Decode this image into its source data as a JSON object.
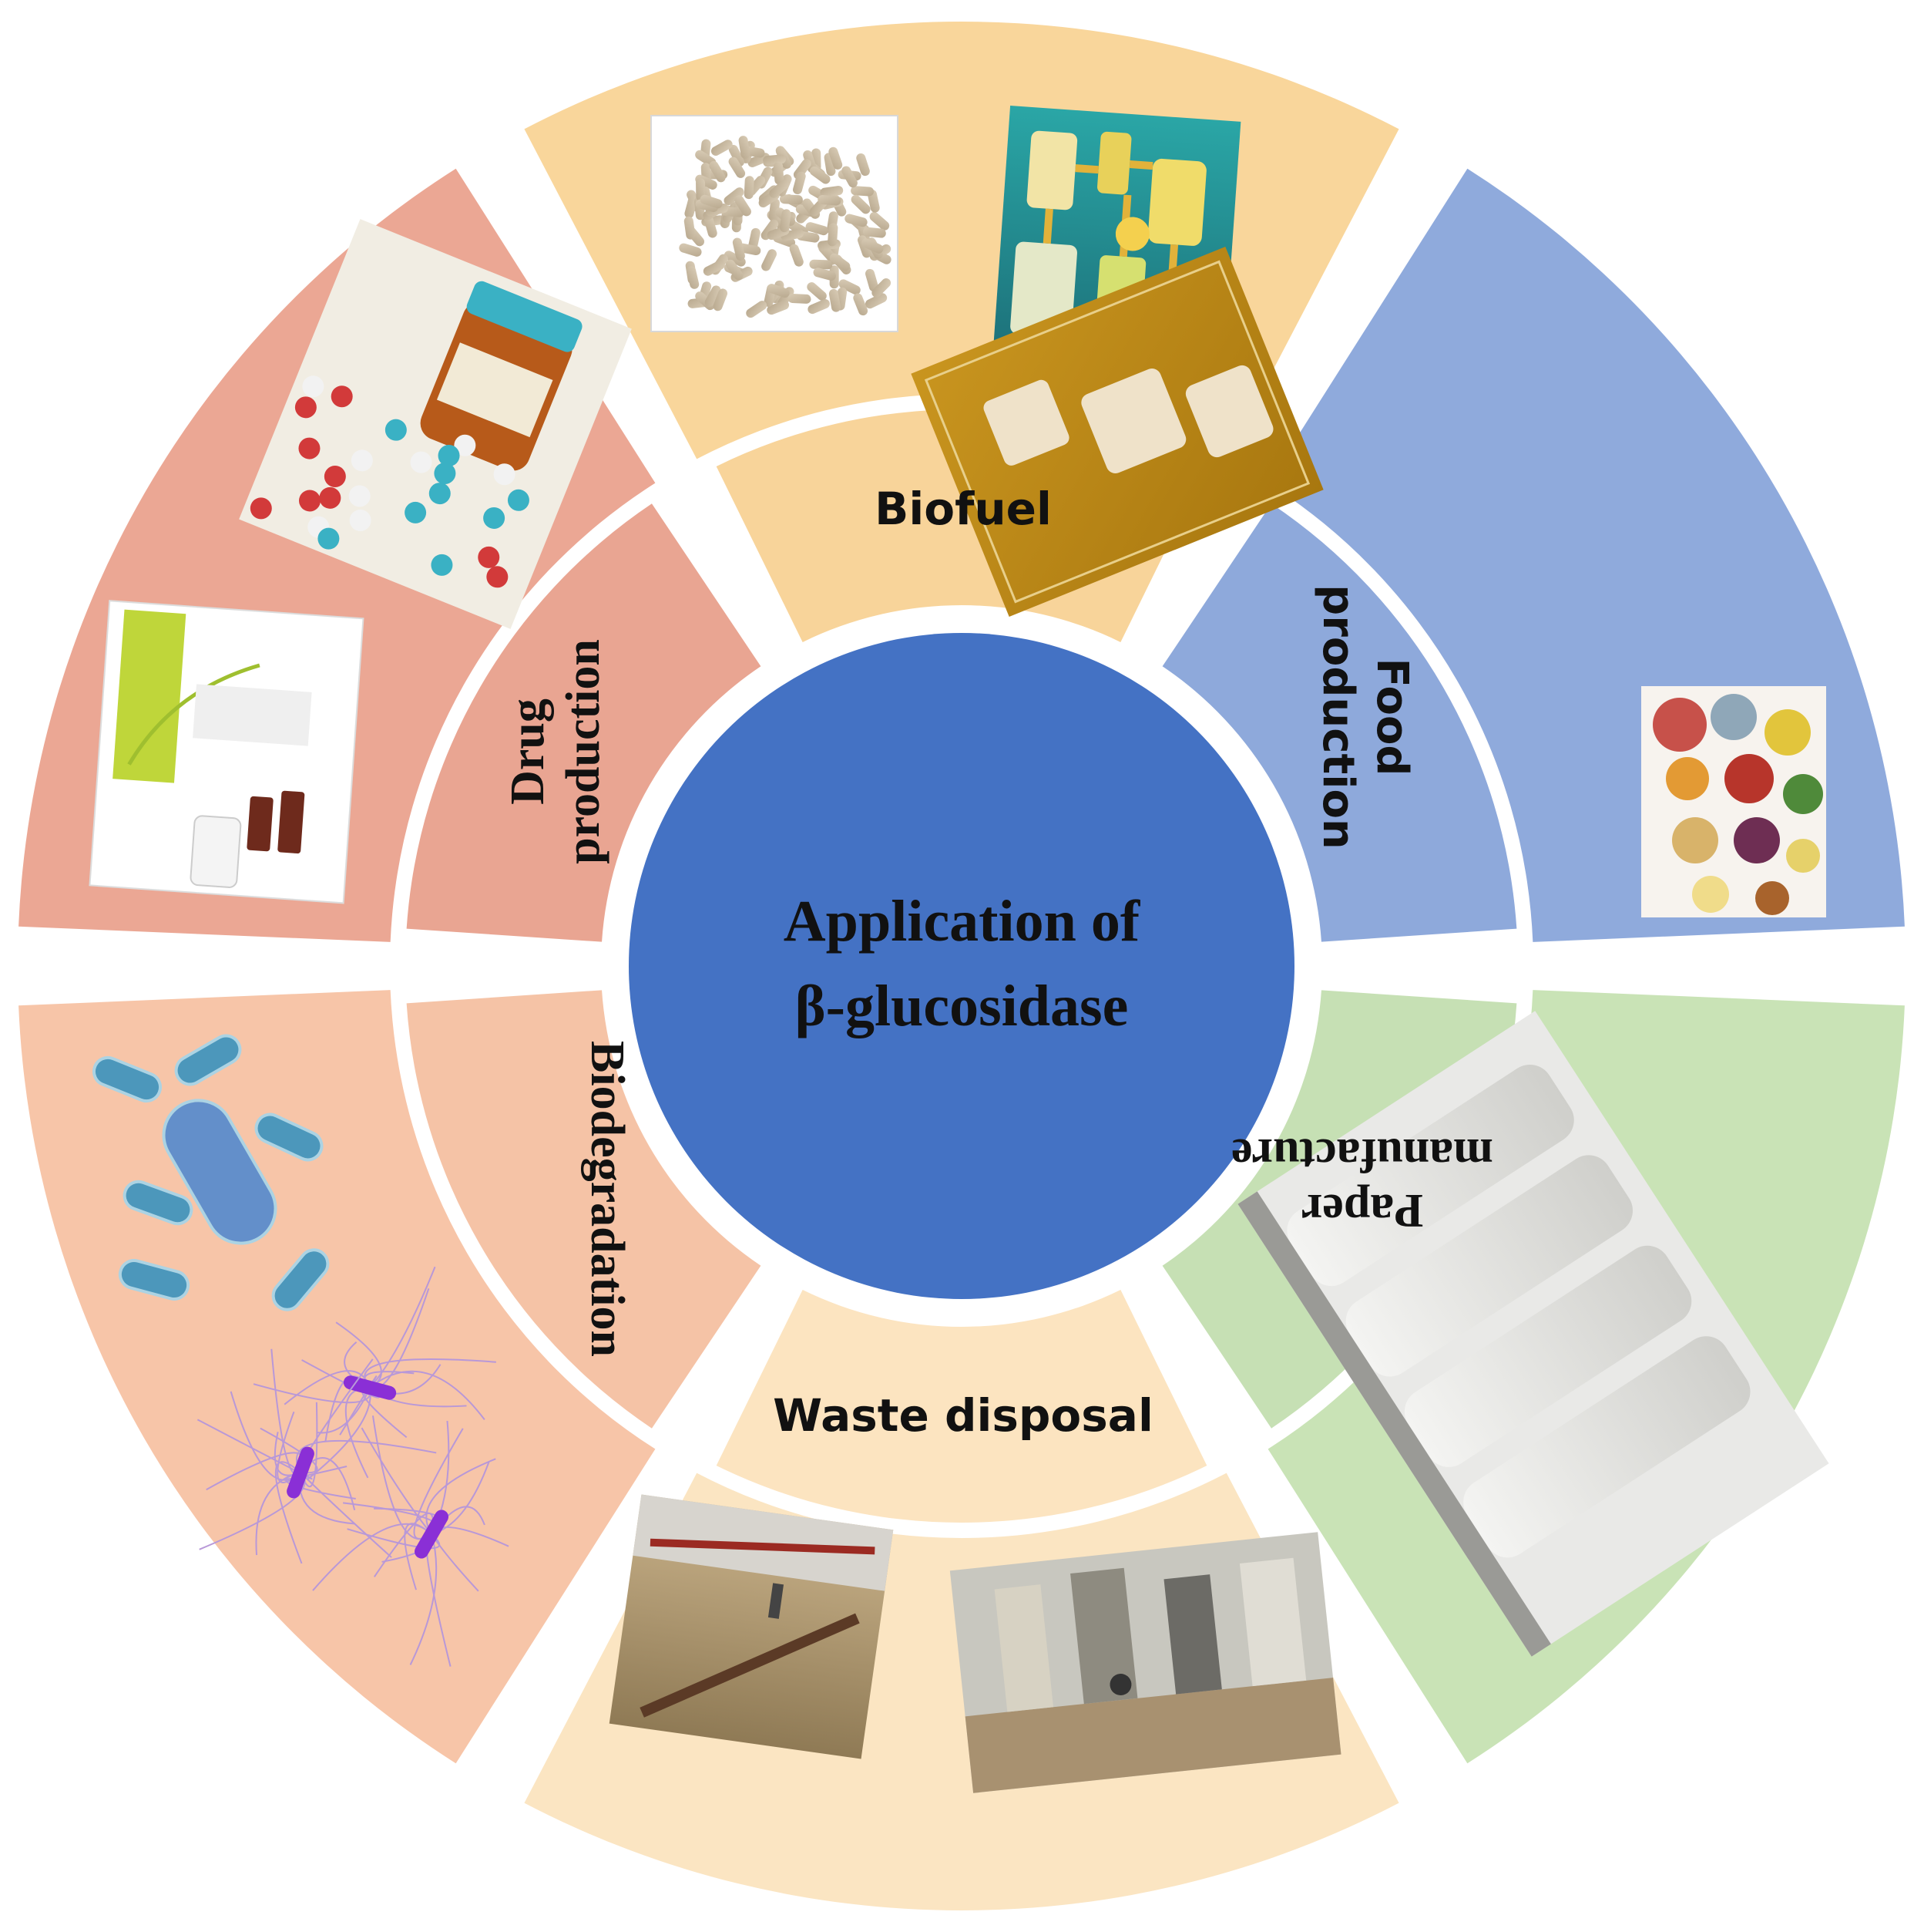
{
  "center": {
    "line1": "Application of",
    "line2": "β-glucosidase",
    "color": "#4472C4"
  },
  "sectors": [
    {
      "key": "biofuel",
      "label": "Biofuel",
      "inner_color": "#F8D49A",
      "outer_color": "#F9D69B",
      "font": "sans"
    },
    {
      "key": "food",
      "label_lines": [
        "Food",
        "production"
      ],
      "inner_color": "#8EA9DB",
      "outer_color": "#8FAADC",
      "font": "sans"
    },
    {
      "key": "paper",
      "label_lines": [
        "Paper",
        "manufacture"
      ],
      "inner_color": "#C6E0B4",
      "outer_color": "#C9E3B6",
      "font": "serif"
    },
    {
      "key": "waste",
      "label": "Waste disposal",
      "inner_color": "#FCE4C0",
      "outer_color": "#FBE5C2",
      "font": "sans"
    },
    {
      "key": "biodeg",
      "label": "Biodegradation",
      "inner_color": "#F5C3A6",
      "outer_color": "#F7C5A8",
      "font": "serif"
    },
    {
      "key": "drug",
      "label_lines": [
        "Drug",
        "production"
      ],
      "inner_color": "#E9A592",
      "outer_color": "#EBA794",
      "font": "serif"
    }
  ]
}
